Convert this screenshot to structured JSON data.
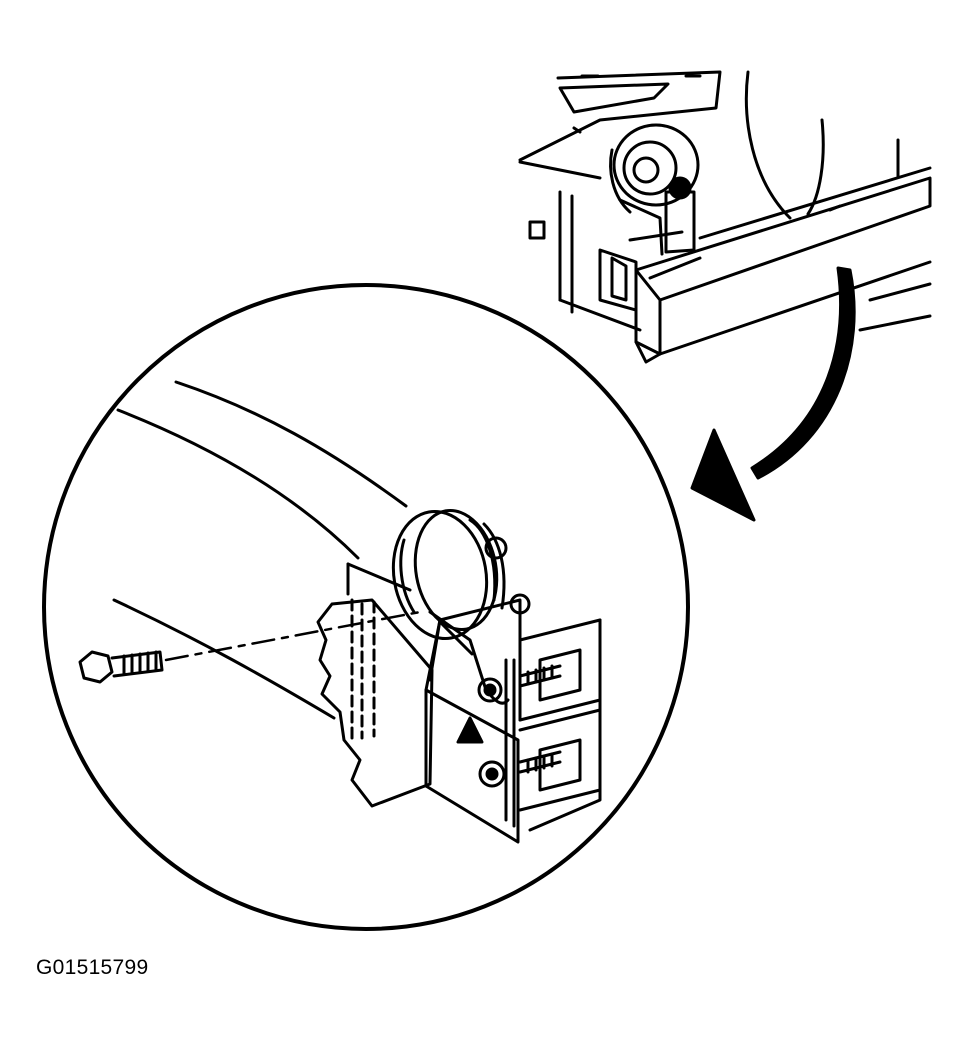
{
  "figure": {
    "id_label": "G01515799",
    "ink_color": "#000000",
    "paper_color": "#ffffff",
    "parts": [
      "vehicle-frame-overview",
      "horn",
      "mounting-bracket",
      "frame-rail",
      "bolt",
      "callout-arrow",
      "detail-circle"
    ]
  }
}
